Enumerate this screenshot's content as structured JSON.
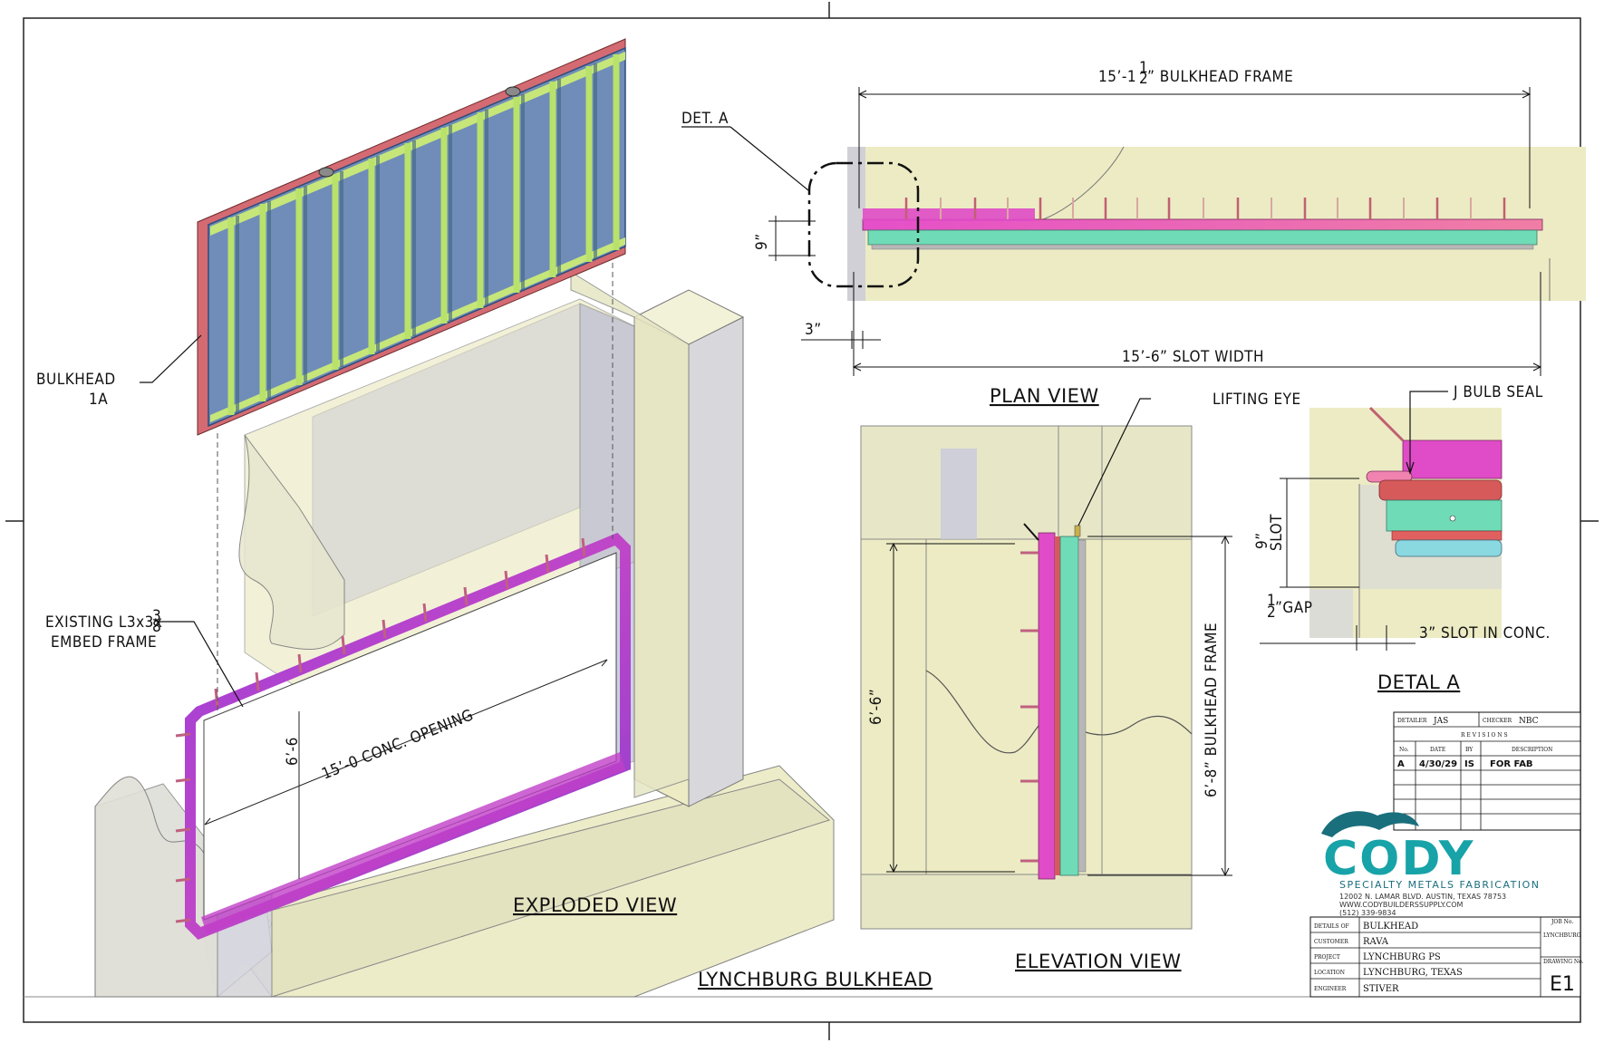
{
  "drawing": {
    "title": "LYNCHBURG BULKHEAD",
    "views": {
      "exploded": "EXPLODED VIEW",
      "plan": "PLAN VIEW",
      "elevation": "ELEVATION VIEW",
      "detail": "DETAL A"
    },
    "callouts": {
      "bulkhead_line1": "BULKHEAD",
      "bulkhead_line2": "1A",
      "embed_line1": "EXISTING L3x3x",
      "embed_frac_num": "3",
      "embed_frac_den": "8",
      "embed_line2": "EMBED FRAME",
      "det_a": "DET. A",
      "lifting_eye": "LIFTING EYE",
      "j_bulb_seal": "J BULB SEAL"
    },
    "dimensions": {
      "bulkhead_frame_width_pre": "15’-1",
      "bulkhead_frame_width_num": "1",
      "bulkhead_frame_width_den": "2",
      "bulkhead_frame_width_post": "” BULKHEAD FRAME",
      "slot_width": "15’-6” SLOT WIDTH",
      "plan_9": "9”",
      "plan_3": "3”",
      "opening_width": "15’-0 CONC. OPENING",
      "opening_height": "6’-6",
      "elev_opening": "6’-6”",
      "elev_frame": "6’-8” BULKHEAD FRAME",
      "det_9": "9”",
      "det_slot": "SLOT",
      "det_gap_num": "1",
      "det_gap_den": "2",
      "det_gap": "”GAP",
      "det_slot_conc": "3” SLOT IN CONC."
    }
  },
  "title_block": {
    "detailer_label": "DETAILER",
    "detailer": "JAS",
    "checker_label": "CHECKER",
    "checker": "NBC",
    "revisions_label": "R E V I S I O N S",
    "rev_headers": [
      "No.",
      "DATE",
      "BY",
      "DESCRIPTION"
    ],
    "rev_rows": [
      {
        "no": "A",
        "date": "4/30/29",
        "by": "IS",
        "desc": "FOR FAB"
      }
    ],
    "company": {
      "name": "CODY",
      "subtitle": "SPECIALTY METALS FABRICATION",
      "address": "12002 N. LAMAR BLVD. AUSTIN, TEXAS 78753",
      "web": "WWW.CODYBUILDERSSUPPLY.COM",
      "phone": "(512) 339-9834"
    },
    "fields": [
      {
        "label": "DETAILS OF",
        "value": "BULKHEAD"
      },
      {
        "label": "CUSTOMER",
        "value": "RAVA"
      },
      {
        "label": "PROJECT",
        "value": "LYNCHBURG PS"
      },
      {
        "label": "LOCATION",
        "value": "LYNCHBURG, TEXAS"
      },
      {
        "label": "ENGINEER",
        "value": "STIVER"
      }
    ],
    "job_label": "JOB No.",
    "job": "LYNCHBURG",
    "drawing_no_label": "DRAWING No.",
    "drawing_no": "E1"
  },
  "colors": {
    "concrete": "#ecebc4",
    "bulkhead_blue": "#6f8db8",
    "frame_red": "#d46a72",
    "stiffener_green": "#c6e67a",
    "embed_purple": "#8a3fc8",
    "magenta": "#e04bc8",
    "seal_teal": "#6fdcb7",
    "cody_teal": "#17a3a8"
  }
}
